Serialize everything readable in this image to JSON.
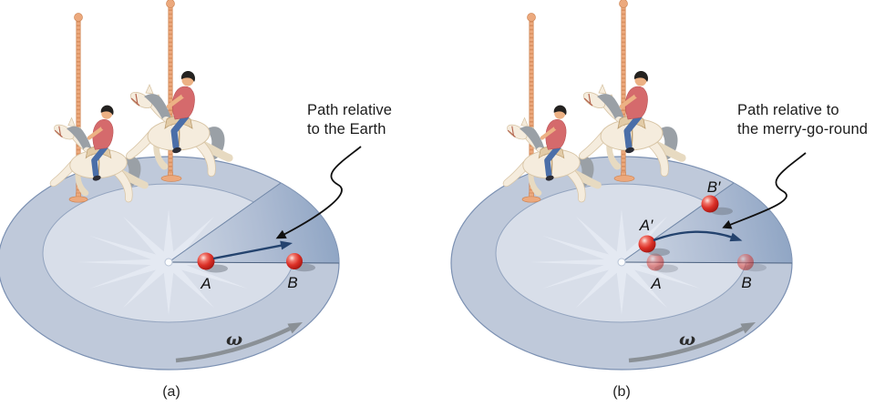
{
  "panels": [
    {
      "caption": "(a)",
      "annotation": "Path relative\nto the Earth",
      "omega": "ω",
      "labels": {
        "A": "A",
        "B": "B"
      }
    },
    {
      "caption": "(b)",
      "annotation": "Path relative to\nthe merry-go-round",
      "omega": "ω",
      "labels": {
        "A": "A",
        "B": "B",
        "A_prime": "A′",
        "B_prime": "B′"
      }
    }
  ],
  "colors": {
    "platform_rim": "#bfc9da",
    "platform_inner": "#d8dee9",
    "starburst": "#e4e9f2",
    "wedge_light": "#ccd5e3",
    "wedge_dark": "#8fa5c4",
    "path_arrow_blue": "#24436e",
    "annotation_arrow_black": "#111111",
    "omega_arrow_gray": "#8a9096",
    "ball_red": "#d92b24",
    "pole_orange": "#eca97d",
    "horse_body": "#f5ecdd",
    "mane_gray": "#9aa0a6",
    "rider_shirt_red": "#d56a6c",
    "rider_jeans_blue": "#4a6ea8"
  }
}
